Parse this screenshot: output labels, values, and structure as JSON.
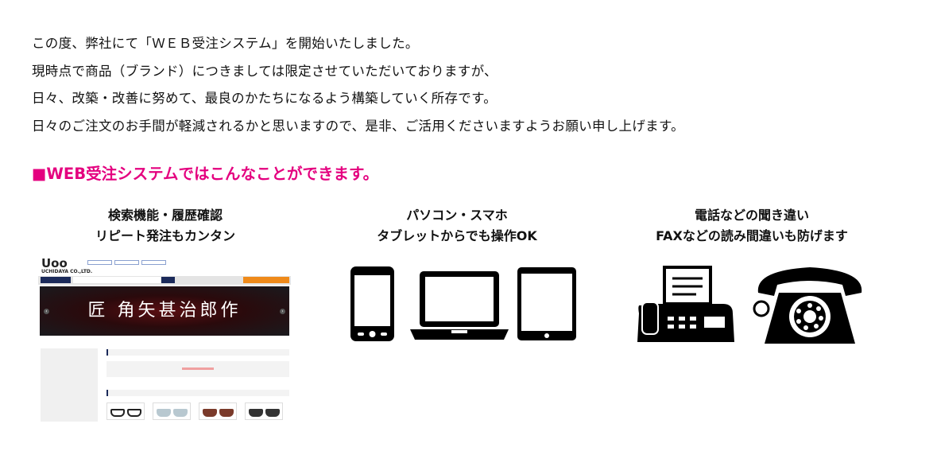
{
  "intro": {
    "lines": [
      "この度、弊社にて「ＷＥＢ受注システム」を開始いたしました。",
      "現時点で商品（ブランド）につきましては限定させていただいておりますが、",
      "日々、改築・改善に努めて、最良のかたちになるよう構築していく所存です。",
      "日々のご注文のお手間が軽減されるかと思いますので、是非、ご活用くださいますようお願い申し上げます。"
    ]
  },
  "feature_heading": "■WEB受注システムではこんなことができます。",
  "accent_color": "#e4007f",
  "features": [
    {
      "title_line1": "検索機能・履歴確認",
      "title_line2": "リピート発注もカンタン"
    },
    {
      "title_line1": "パソコン・スマホ",
      "title_line2": "タブレットからでも操作OK"
    },
    {
      "title_line1": "電話などの聞き違い",
      "title_line2": "FAXなどの読み間違いも防げます"
    }
  ],
  "screenshot": {
    "logo_text": "UCHIDAYA CO.,LTD.",
    "banner_title": "匠 角矢甚治郎作"
  },
  "icons": [
    "smartphone-icon",
    "laptop-icon",
    "tablet-icon",
    "fax-icon",
    "telephone-icon"
  ]
}
